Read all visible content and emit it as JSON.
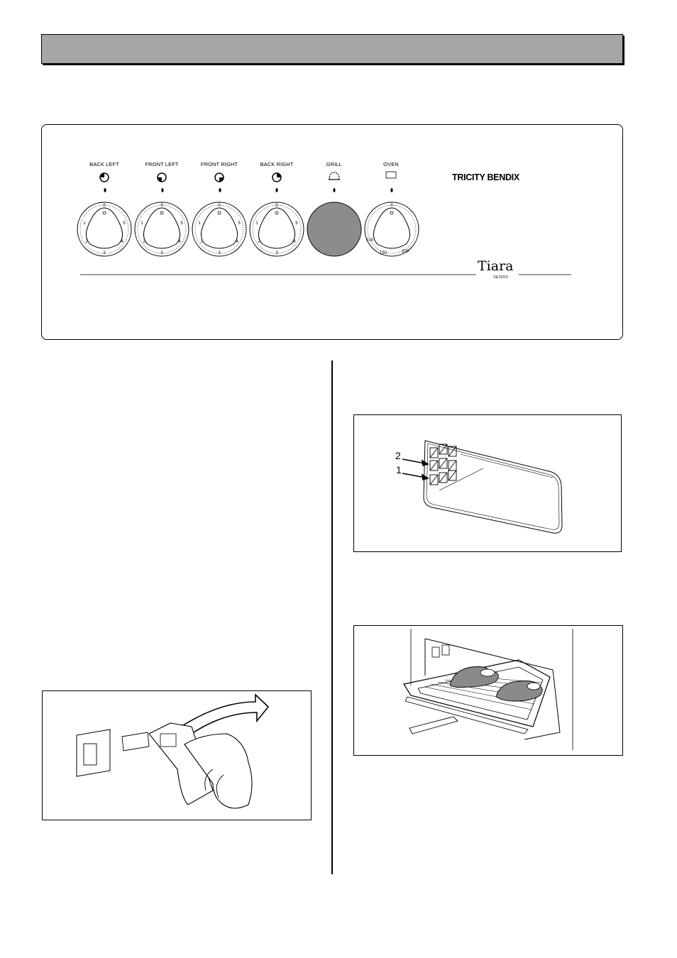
{
  "header": {
    "title": ""
  },
  "control_panel": {
    "knobs": [
      {
        "label": "BACK LEFT",
        "symbol": "burner-back-left-icon",
        "scale": [
          "0",
          "1",
          "2",
          "3",
          "4",
          "5"
        ]
      },
      {
        "label": "FRONT LEFT",
        "symbol": "burner-front-left-icon",
        "scale": [
          "0",
          "1",
          "2",
          "3",
          "4",
          "5"
        ]
      },
      {
        "label": "FRONT RIGHT",
        "symbol": "burner-front-right-icon",
        "scale": [
          "0",
          "1",
          "2",
          "3",
          "4",
          "5"
        ]
      },
      {
        "label": "BACK RIGHT",
        "symbol": "burner-back-right-icon",
        "scale": [
          "0",
          "1",
          "2",
          "3",
          "4",
          "5"
        ]
      },
      {
        "label": "GRILL",
        "symbol": "grill-icon",
        "scale": []
      },
      {
        "label": "OVEN",
        "symbol": "oven-icon",
        "scale": [
          "0",
          "100",
          "150",
          "200"
        ]
      }
    ],
    "brand": "TRICITY BENDIX",
    "model": "Tiara",
    "submodel": "SE200/3"
  },
  "figures": {
    "shelf_positions": {
      "labels": [
        "2",
        "1"
      ]
    }
  },
  "colors": {
    "header_bar": "#a6a6a6",
    "grill_knob": "#8c8c8c",
    "steak": "#8a8a8a"
  }
}
